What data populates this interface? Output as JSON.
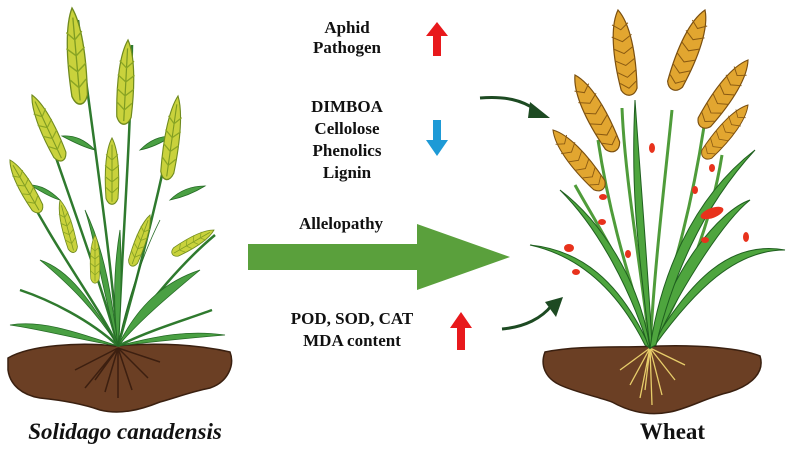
{
  "figure": {
    "left_organism": "Solidago canadensis",
    "right_organism": "Wheat",
    "main_arrow_label": "Allelopathy",
    "groups": [
      {
        "id": "increase-pests",
        "direction": "up",
        "color": "#e8191c",
        "items": [
          "Aphid",
          "Pathogen"
        ]
      },
      {
        "id": "decrease-defense",
        "direction": "down",
        "color": "#1e9ad6",
        "items": [
          "DIMBOA",
          "Cellolose",
          "Phenolics",
          "Lignin"
        ]
      },
      {
        "id": "increase-enzymes",
        "direction": "up",
        "color": "#e8191c",
        "items": [
          "POD, SOD, CAT",
          "MDA content"
        ]
      }
    ],
    "colors": {
      "allelopathy_arrow": "#5aa03c",
      "curved_arrows": "#1d4a22",
      "soil": "#6b3f24",
      "foliage": "#3f9a3a",
      "goldenrod_flowers": "#c8cf3a",
      "wheat_spikes": "#e0a52c",
      "disease_spots": "#e8321c"
    }
  }
}
